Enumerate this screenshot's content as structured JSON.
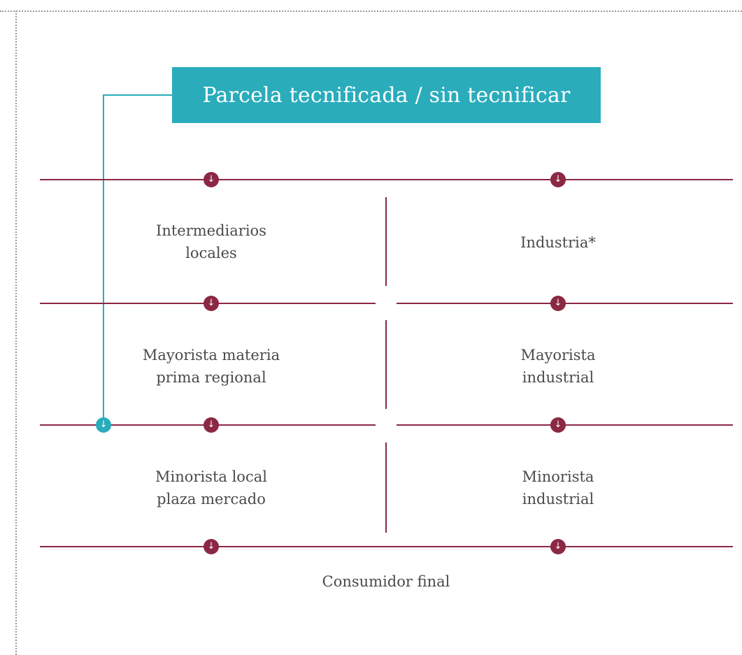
{
  "title": "Parcela tecnificada / sin tecnificar",
  "arrow_glyph": "↓",
  "left_column": {
    "level1": "Intermediarios\nlocales",
    "level2": "Mayorista materia\nprima regional",
    "level3": "Minorista local\nplaza mercado"
  },
  "right_column": {
    "level1": "Industria*",
    "level2": "Mayorista\nindustrial",
    "level3": "Minorista\nindustrial"
  },
  "final": "Consumidor final",
  "colors": {
    "accent_teal": "#2aacbb",
    "line_maroon": "#8b2843",
    "text": "#4a4a4a"
  }
}
